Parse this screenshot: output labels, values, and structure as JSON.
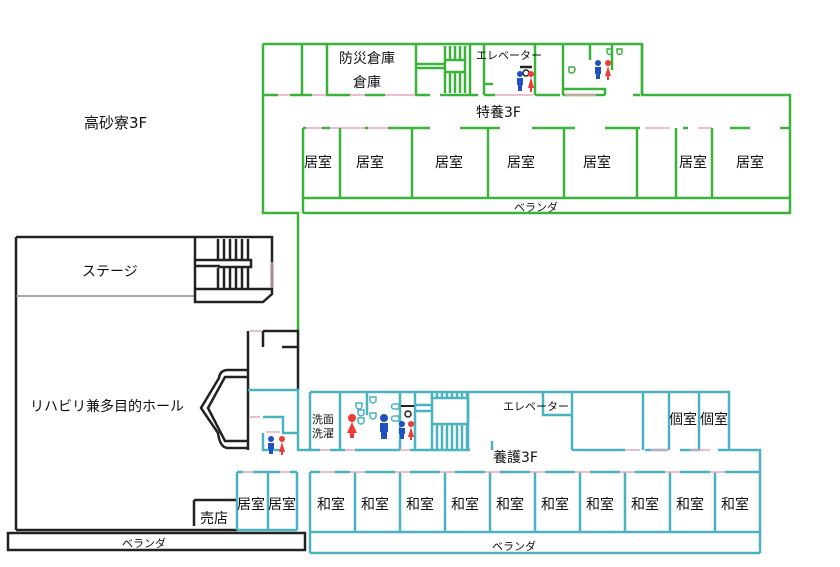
{
  "building_title": "高砂寮3F",
  "colors": {
    "tokuyou_wall": "#3bb33b",
    "yougo_wall": "#4ab3bf",
    "hall_wall": "#222222",
    "door": "#e8a6bf",
    "male_icon": "#1f4fc0",
    "female_icon": "#ef3a3a"
  },
  "tokuyou": {
    "wing_label": "特養3F",
    "top_rooms": [
      "防災倉庫",
      "倉庫"
    ],
    "elevator": "エレベーター",
    "rooms": [
      "居室",
      "居室",
      "居室",
      "居室",
      "居室",
      "居室",
      "居室"
    ],
    "veranda": "ベランダ"
  },
  "hall": {
    "stage": "ステージ",
    "hall_name": "リハビリ兼多目的ホール",
    "shop": "売店",
    "veranda": "ベランダ"
  },
  "yougo": {
    "wing_label": "養護3F",
    "laundry": "洗面\n洗濯",
    "laundry_line1": "洗面",
    "laundry_line2": "洗濯",
    "elevator": "エレベーター",
    "private_rooms": [
      "個室",
      "個室"
    ],
    "west_rooms": [
      "居室",
      "居室"
    ],
    "japanese_rooms": [
      "和室",
      "和室",
      "和室",
      "和室",
      "和室",
      "和室",
      "和室",
      "和室",
      "和室",
      "和室"
    ],
    "veranda": "ベランダ"
  },
  "icons": [
    "male-toilet-icon",
    "female-toilet-icon",
    "urinal-icon",
    "toilet-icon",
    "stairs-icon"
  ]
}
